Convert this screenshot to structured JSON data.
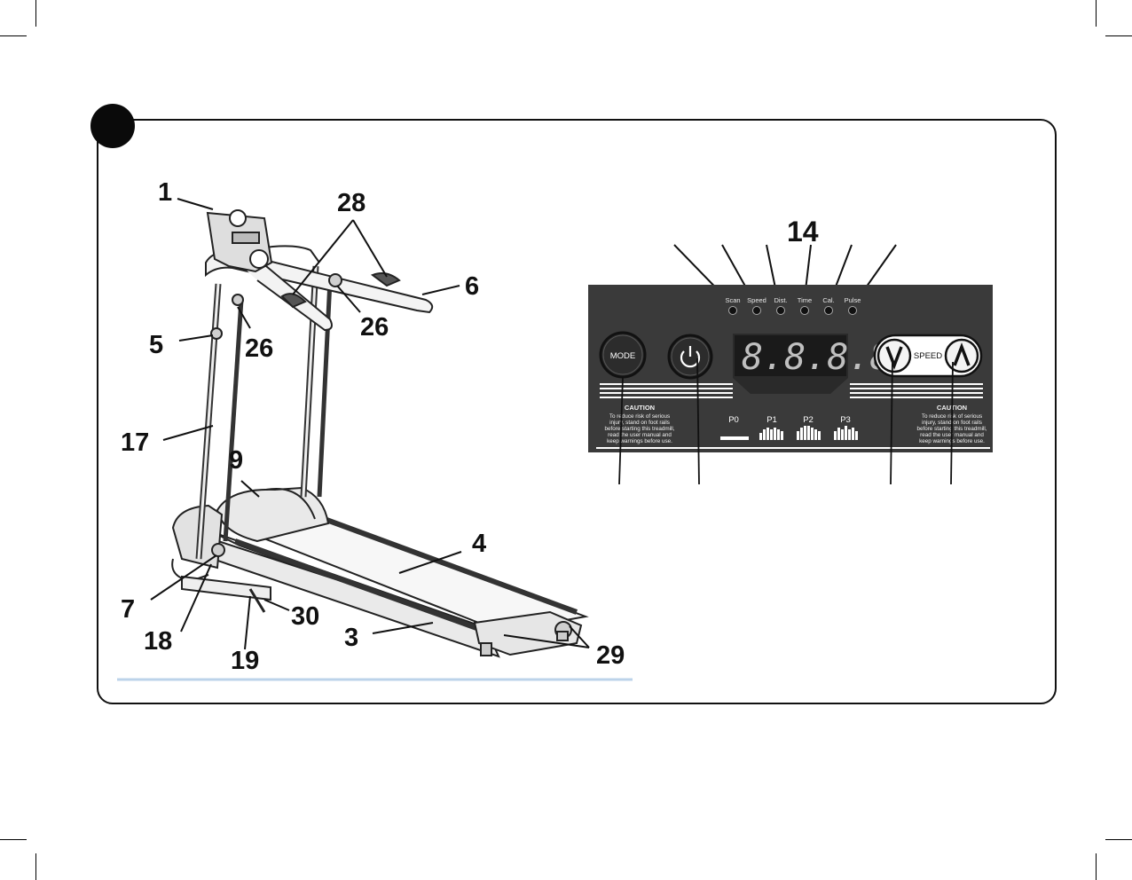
{
  "callouts": {
    "c1": "1",
    "c28": "28",
    "c6": "6",
    "c26a": "26",
    "c26b": "26",
    "c5": "5",
    "c17": "17",
    "c9": "9",
    "c4": "4",
    "c7": "7",
    "c18": "18",
    "c30": "30",
    "c3": "3",
    "c19": "19",
    "c29": "29",
    "c14": "14"
  },
  "console": {
    "indicators": [
      "Scan",
      "Speed",
      "Dist.",
      "Time",
      "Cal.",
      "Pulse"
    ],
    "display": "8.8.8.8.",
    "mode_label": "MODE",
    "speed_label": "SPEED",
    "caution_title": "CAUTION",
    "caution_lines": [
      "To reduce risk of serious",
      "injury, stand on foot rails",
      "before starting this treadmill,",
      "read the user manual and",
      "keep warnings before use."
    ],
    "programs": [
      "P0",
      "P1",
      "P2",
      "P3"
    ]
  },
  "colors": {
    "panel": "#3a3a3a",
    "frame": "#111111",
    "separator": "#bcd3ea"
  }
}
